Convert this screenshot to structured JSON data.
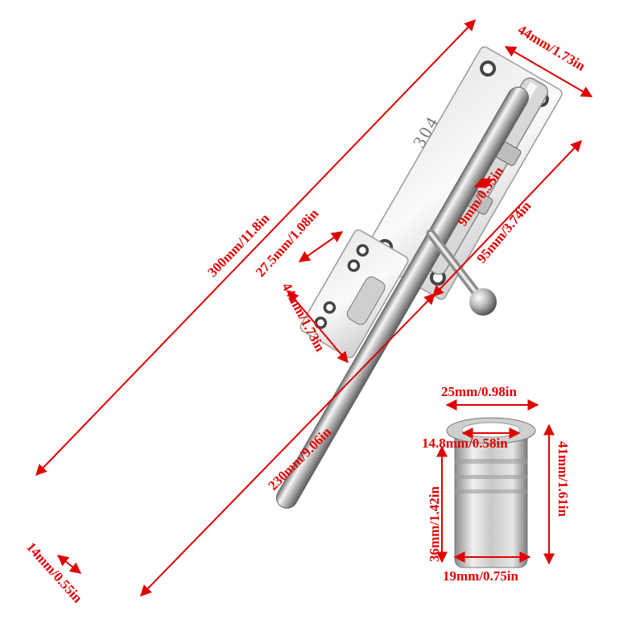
{
  "image": {
    "subject": "stainless steel sliding barrel bolt latch with strike cup",
    "stamp_text": "304"
  },
  "dimensions": {
    "total_length": "300mm/11.8in",
    "plate_width": "44mm/1.73in",
    "knob_gap": "9mm/0.35in",
    "plate_length": "95mm/3.74in",
    "keeper_length": "27.5mm/1.08in",
    "keeper_width": "44mm/1.73in",
    "rod_length": "230mm/9.06in",
    "rod_diameter": "14mm/0.55in",
    "cup_outer": "25mm/0.98in",
    "cup_inner": "14.8mm/0.58in",
    "cup_height": "41mm/1.61in",
    "cup_body_height": "36mm/1.42in",
    "cup_body_diameter": "19mm/0.75in"
  },
  "colors": {
    "dimension": "#e10000",
    "steel_light": "#f2f2f2",
    "steel_dark": "#7a7a7a"
  }
}
